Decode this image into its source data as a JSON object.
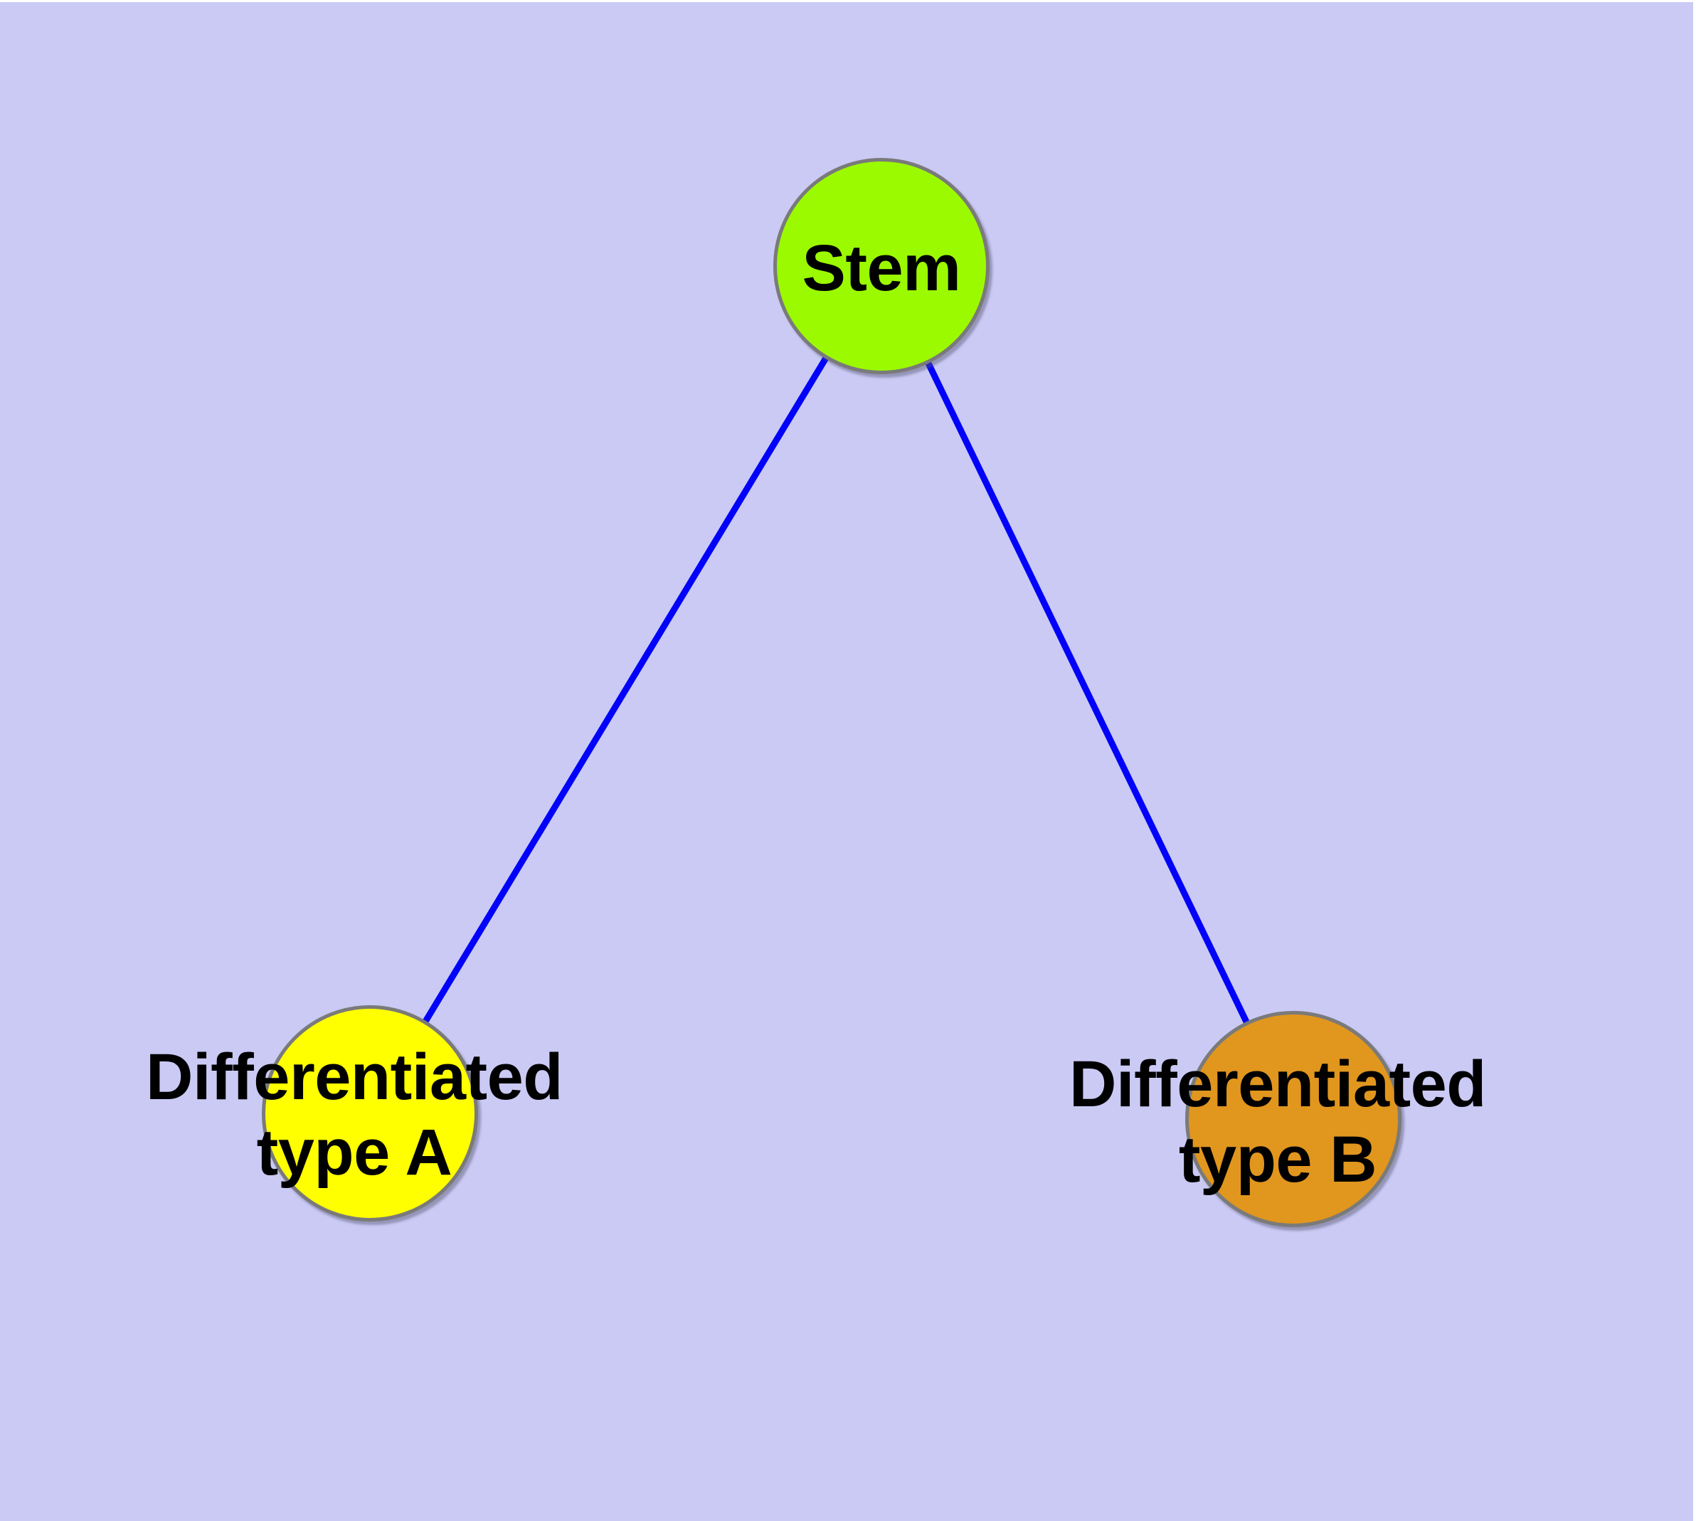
{
  "diagram": {
    "description": "Stem cell differentiation tree diagram",
    "canvas_color": "#cacaf5",
    "margin_color": "#ffffff",
    "nodes": {
      "stem": {
        "label": "Stem",
        "fill": "#9bfa00",
        "border": "#7a7a7a",
        "text_color": "#000000"
      },
      "type_a": {
        "label": "Differentiated\ntype A",
        "fill": "#ffff00",
        "border": "#7a7a7a",
        "text_color": "#000000"
      },
      "type_b": {
        "label": "Differentiated\ntype B",
        "fill": "#e1961e",
        "border": "#7a7a7a",
        "text_color": "#000000"
      }
    },
    "edges": {
      "stem_to_a": {
        "from": "stem",
        "to": "type_a",
        "color": "#0202fa"
      },
      "stem_to_b": {
        "from": "stem",
        "to": "type_b",
        "color": "#0202fa"
      }
    }
  }
}
